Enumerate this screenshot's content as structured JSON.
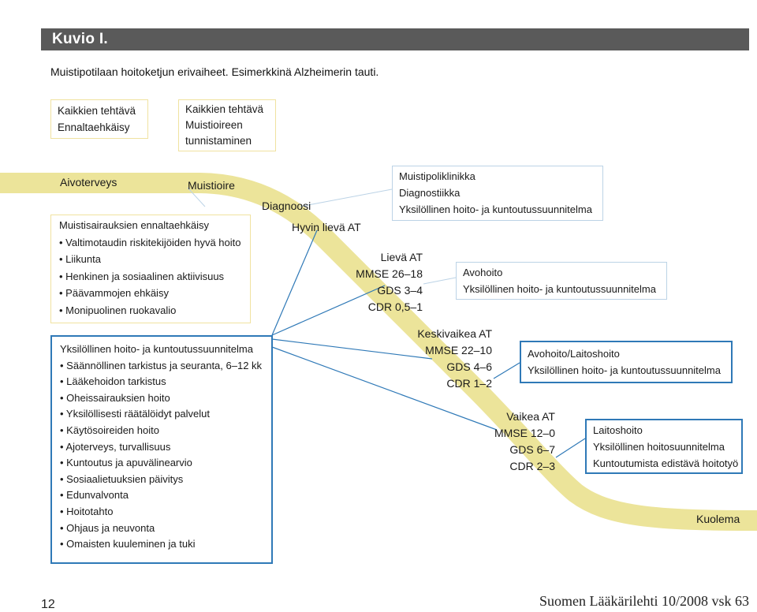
{
  "header": {
    "title": "Kuvio I."
  },
  "subtitle": "Muistipotilaan hoitoketjun erivaiheet. Esimerkkinä Alzheimerin tauti.",
  "top_boxes": [
    {
      "lines": [
        "Kaikkien tehtävä",
        "Ennaltaehkäisy"
      ]
    },
    {
      "lines": [
        "Kaikkien tehtävä",
        "Muistioireen",
        "tunnistaminen"
      ]
    }
  ],
  "curve_labels": {
    "aivoterveys": "Aivoterveys",
    "muistioire": "Muistioire",
    "diagnoosi": "Diagnoosi",
    "hyvin_lieva": "Hyvin lievä AT",
    "kuolema": "Kuolema"
  },
  "prevention_box": {
    "title": "Muistisairauksien ennaltaehkäisy",
    "items": [
      "• Valtimotaudin riskitekijöiden hyvä hoito",
      "• Liikunta",
      "• Henkinen ja sosiaalinen aktiivisuus",
      "• Päävammojen ehkäisy",
      "• Monipuolinen ruokavalio"
    ]
  },
  "care_plan_box": {
    "title": "Yksilöllinen hoito- ja kuntoutussuunnitelma",
    "items": [
      "• Säännöllinen tarkistus ja seuranta, 6–12 kk",
      "• Lääkehoidon tarkistus",
      "• Oheissairauksien hoito",
      "• Yksilöllisesti räätälöidyt palvelut",
      "• Käytösoireiden hoito",
      "• Ajoterveys, turvallisuus",
      "• Kuntoutus ja apuvälinearvio",
      "• Sosiaalietuuksien päivitys",
      "• Edunvalvonta",
      "• Hoitotahto",
      "• Ohjaus ja neuvonta",
      "• Omaisten kuuleminen ja tuki"
    ]
  },
  "stages": [
    {
      "lines": [
        "Lievä AT",
        "MMSE 26–18",
        "GDS 3–4",
        "CDR 0,5–1"
      ]
    },
    {
      "lines": [
        "Keskivaikea AT",
        "MMSE 22–10",
        "GDS 4–6",
        "CDR 1–2"
      ]
    },
    {
      "lines": [
        "Vaikea AT",
        "MMSE 12–0",
        "GDS 6–7",
        "CDR 2–3"
      ]
    }
  ],
  "right_boxes": [
    {
      "lines": [
        "Muistipoliklinikka",
        "Diagnostiikka",
        "Yksilöllinen hoito- ja kuntoutussuunnitelma"
      ]
    },
    {
      "lines": [
        "Avohoito",
        "Yksilöllinen hoito- ja kuntoutussuunnitelma"
      ]
    },
    {
      "lines": [
        "Avohoito/Laitoshoito",
        "Yksilöllinen hoito- ja kuntoutussuunnitelma"
      ]
    },
    {
      "lines": [
        "Laitoshoito",
        "Yksilöllinen hoitosuunnitelma",
        "Kuntoutumista edistävä hoitotyö"
      ]
    }
  ],
  "footer": {
    "page_number": "12",
    "journal": "Suomen Lääkärilehti 10/2008 vsk 63"
  },
  "colors": {
    "header_bg": "#5a5a5a",
    "curve": "#ece49a",
    "accent_blue": "#2f79b7",
    "box_yellow_border": "#f0e2a0",
    "box_lightblue_border": "#bcd3e6"
  }
}
